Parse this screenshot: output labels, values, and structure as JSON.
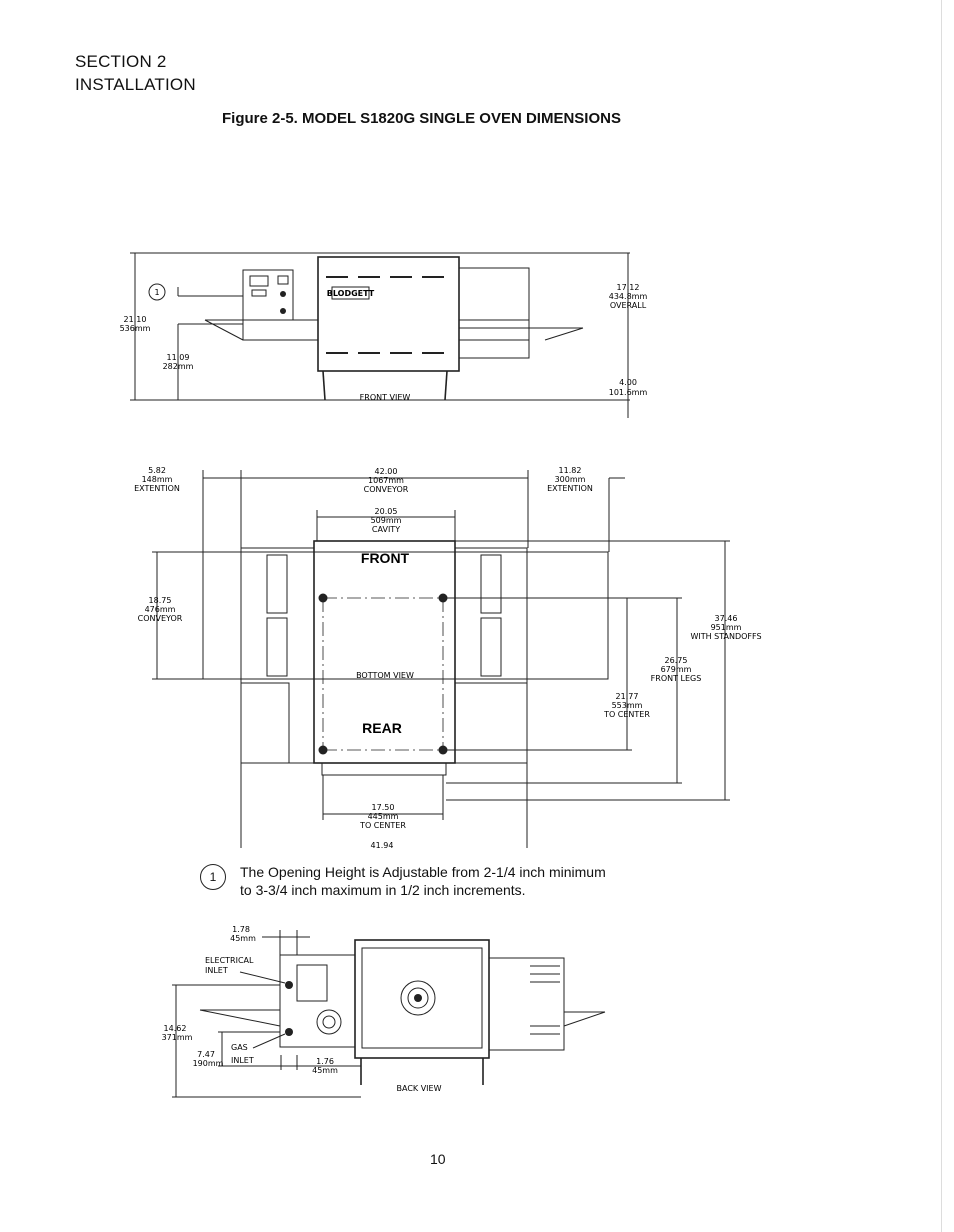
{
  "header": {
    "section": "SECTION 2",
    "title": "INSTALLATION"
  },
  "figure": {
    "caption": "Figure 2-5.  MODEL S1820G SINGLE OVEN DIMENSIONS"
  },
  "front_view": {
    "label": "FRONT VIEW",
    "brand": "BLODGETT",
    "callout": "1",
    "dims": {
      "height_in": "21.10",
      "height_mm": "536mm",
      "conv_in": "11.09",
      "conv_mm": "282mm",
      "overall_in": "17.12",
      "overall_mm": "434.8mm",
      "overall_label": "OVERALL",
      "leg_in": "4.00",
      "leg_mm": "101.6mm"
    }
  },
  "bottom_view": {
    "label": "BOTTOM VIEW",
    "front": "FRONT",
    "rear": "REAR",
    "dims": {
      "ext_left_in": "5.82",
      "ext_left_mm": "148mm",
      "ext_left_label": "EXTENTION",
      "conveyor_in": "42.00",
      "conveyor_mm": "1067mm",
      "conveyor_label": "CONVEYOR",
      "ext_right_in": "11.82",
      "ext_right_mm": "300mm",
      "ext_right_label": "EXTENTION",
      "cavity_in": "20.05",
      "cavity_mm": "509mm",
      "cavity_label": "CAVITY",
      "conv_width_in": "18.75",
      "conv_width_mm": "476mm",
      "conv_width_label": "CONVEYOR",
      "standoffs_in": "37.46",
      "standoffs_mm": "951mm",
      "standoffs_label": "WITH STANDOFFS",
      "front_legs_in": "26.75",
      "front_legs_mm": "679mm",
      "front_legs_label": "FRONT LEGS",
      "center_in": "21.77",
      "center_mm": "553mm",
      "center_label": "TO CENTER",
      "rear_center_in": "17.50",
      "rear_center_mm": "445mm",
      "rear_center_label": "TO CENTER",
      "total_in": "41.94"
    }
  },
  "note": {
    "number": "1",
    "line1": "The Opening Height is Adjustable from 2-1/4 inch minimum",
    "line2": "to 3-3/4 inch maximum in 1/2 inch increments."
  },
  "back_view": {
    "label": "BACK VIEW",
    "electrical_1": "ELECTRICAL",
    "electrical_2": "INLET",
    "gas_1": "GAS",
    "gas_2": "INLET",
    "dims": {
      "top_in": "1.78",
      "top_mm": "45mm",
      "height_in": "14.62",
      "height_mm": "371mm",
      "gas_in": "7.47",
      "gas_mm": "190mm",
      "bottom_in": "1.76",
      "bottom_mm": "45mm"
    }
  },
  "page_number": "10"
}
